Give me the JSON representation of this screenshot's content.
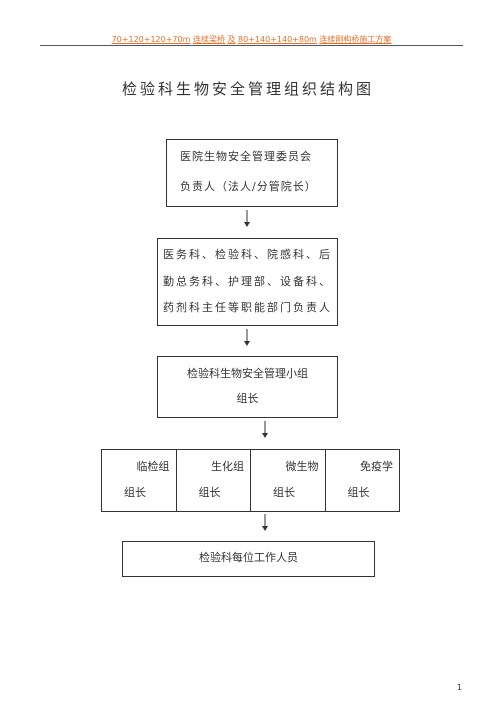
{
  "header": {
    "part1": "70+120+120+70m",
    "part2": "连续梁桥",
    "part3": "及",
    "part4": "80+140+140+80m",
    "part5": "连续刚构桥施工方案"
  },
  "title": "检验科生物安全管理组织结构图",
  "box1": {
    "line1": "医院生物安全管理委员会",
    "line2": "负责人（法人/分管院长）"
  },
  "box2": {
    "line1": "医务科、检验科、院感科、后",
    "line2": "勤总务科、护理部、设备科、",
    "line3": "药剂科主任等职能部门负责人"
  },
  "box3": {
    "line1": "检验科生物安全管理小组",
    "line2": "组长"
  },
  "groups": [
    {
      "name": "临检组",
      "role": "组长"
    },
    {
      "name": "生化组",
      "role": "组长"
    },
    {
      "name": "微生物",
      "role": "组长"
    },
    {
      "name": "免疫学",
      "role": "组长"
    }
  ],
  "box5": {
    "line1": "检验科每位工作人员"
  },
  "page_number": "1"
}
